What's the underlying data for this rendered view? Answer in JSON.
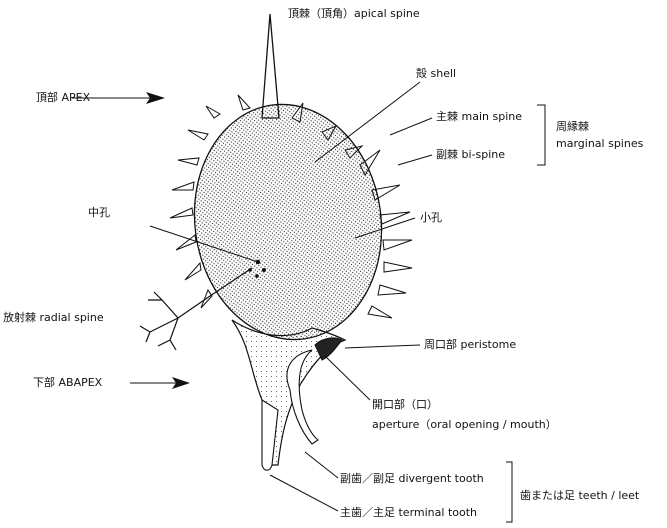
{
  "labels": {
    "apical_spine": "頂棘（頂角）apical spine",
    "apex": "頂部 APEX",
    "shell": "殻 shell",
    "main_spine": "主棘 main spine",
    "bi_spine": "副棘 bi-spine",
    "marginal_ja": "周縁棘",
    "marginal_en": "marginal spines",
    "central_pore": "中孔",
    "small_pore": "小孔",
    "radial_spine": "放射棘 radial spine",
    "peristome": "周口部 peristome",
    "abapex": "下部 ABAPEX",
    "aperture_ja": "開口部（口）",
    "aperture_en": "aperture（oral opening / mouth）",
    "divergent_tooth": "副歯／副足 divergent tooth",
    "terminal_tooth": "主歯／主足 terminal tooth",
    "teeth_feet": "歯または足 teeth / leet"
  }
}
